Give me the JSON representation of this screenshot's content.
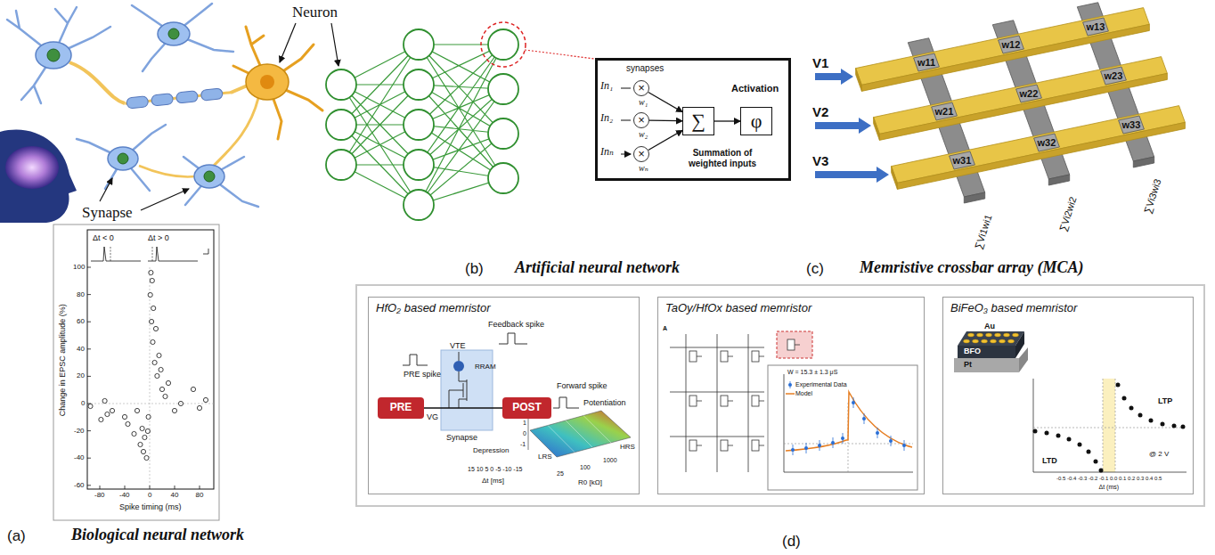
{
  "diagram": {
    "nodes": [
      {
        "text": [
          "synapses",
          "Activation",
          "Summation of weighted inputs"
        ]
      },
      {
        "text": [
          "×"
        ],
        "in": 0
      },
      {
        "text": [
          "×"
        ],
        "in": 0
      },
      {
        "text": [
          "×"
        ],
        "in": 0
      },
      {
        "text": [
          "∑"
        ],
        "in": 0
      },
      {
        "text": [
          "φ"
        ],
        "in": 0
      },
      {
        "text": [
          "HfO₂ based memristor"
        ]
      },
      {
        "text": [
          "PRE"
        ],
        "in": 6
      },
      {
        "text": [
          "POST"
        ],
        "in": 6
      },
      {
        "text": [
          "TaOy/HfOx based memristor"
        ]
      },
      {
        "text": [
          "BiFeO₃ based memristor"
        ]
      }
    ],
    "edges": [
      {
        "from": 1,
        "to": 4,
        "arrow": "to"
      },
      {
        "from": 2,
        "to": 4,
        "arrow": "to"
      },
      {
        "from": 3,
        "to": 4,
        "arrow": "to"
      },
      {
        "from": 4,
        "to": 5,
        "arrow": "to"
      },
      {
        "from": 7,
        "to": 8,
        "arrow": "none"
      }
    ],
    "labels": [
      "Neuron",
      "Synapse",
      "Δt < 0",
      "Δt > 0",
      "100",
      "80",
      "60",
      "40",
      "20",
      "0",
      "-20",
      "-40",
      "-60",
      "-80",
      "-40",
      "0",
      "40",
      "80",
      "Change in EPSC amplitude (%)",
      "Spike timing (ms)",
      "(a)",
      "Biological neural network",
      "In₁",
      "In₂",
      "Inₙ",
      "w₁",
      "w₂",
      "wₙ",
      "(b)",
      "Artificial neural network",
      "V1",
      "V2",
      "V3",
      "w11",
      "w12",
      "w13",
      "w21",
      "w22",
      "w23",
      "w31",
      "w32",
      "w33",
      "∑Vi1wi1",
      "∑Vi2wi2",
      "∑Vi3wi3",
      "(c)",
      "Memristive crossbar array (MCA)",
      "Feedback spike",
      "PRE spike",
      "VTE",
      "RRAM",
      "Forward spike",
      "VG",
      "Synapse",
      "Potentiation",
      "Depression",
      "1",
      "0",
      "-1",
      "LRS",
      "HRS",
      "15 10 5 0 -5 -10 -15",
      "Δt [ms]",
      "25",
      "100",
      "1000",
      "R0 [kΩ]",
      "A",
      "W = 15.3 ± 1.3 μS",
      "Au",
      "BFO",
      "Pt",
      "LTP",
      "LTD",
      "@ 2 V",
      "-0.5 -0.4 -0.3 -0.2 -0.1 0.0 0.1 0.2 0.3 0.4 0.5",
      "Δt (ms)",
      "(d)"
    ],
    "legend": [
      {
        "text": "Experimental Data"
      },
      {
        "text": "Model"
      }
    ]
  }
}
